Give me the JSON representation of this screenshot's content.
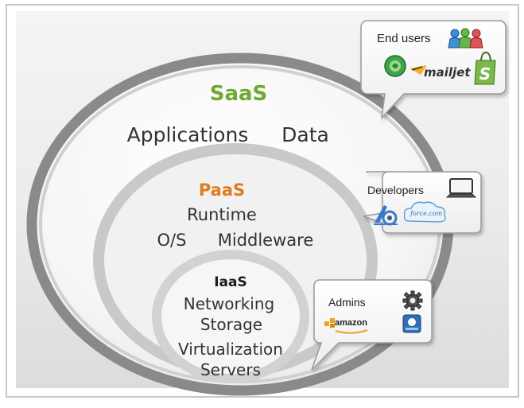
{
  "layers": {
    "saas": {
      "title": "SaaS",
      "items": [
        "Applications",
        "Data"
      ],
      "color": "#6fa832"
    },
    "paas": {
      "title": "PaaS",
      "items": [
        "Runtime",
        "O/S",
        "Middleware"
      ],
      "color": "#e07b1f"
    },
    "iaas": {
      "title": "IaaS",
      "items": [
        "Networking",
        "Storage",
        "Virtualization",
        "Servers"
      ],
      "color": "#1a1a1a"
    }
  },
  "callouts": {
    "end_users": {
      "label": "End users",
      "icons": [
        "users-group-icon",
        "evernote-icon",
        "mailjet-logo",
        "shopify-icon"
      ],
      "mailjet_text": "mailjet"
    },
    "developers": {
      "label": "Developers",
      "icons": [
        "laptop-icon",
        "heroku-ladder-icon",
        "force-com-cloud-logo"
      ],
      "force_text": "force.com"
    },
    "admins": {
      "label": "Admins",
      "icons": [
        "gear-icon",
        "amazon-web-services-logo",
        "storage-drive-icon"
      ],
      "amazon_text": "amazon"
    }
  }
}
